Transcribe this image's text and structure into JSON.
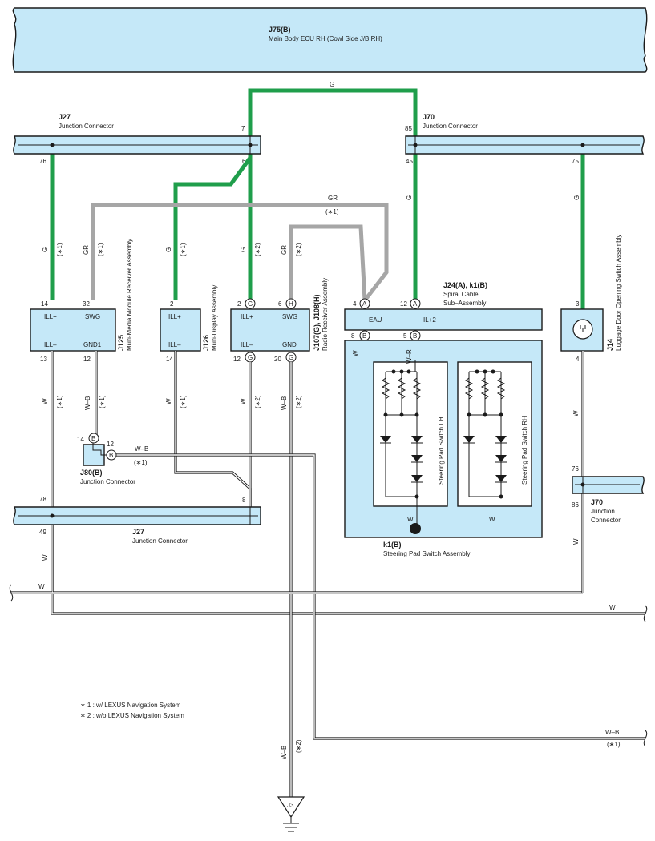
{
  "colors": {
    "green_wire": "#1f9e4b",
    "gray_wire": "#a6a6a6",
    "red_wire": "#d9342b",
    "component_fill": "#c5e8f8",
    "line": "#1a1a1a"
  },
  "components": {
    "j75": {
      "id": "J75(B)",
      "name": "Main Body ECU RH (Cowl Side J/B RH)"
    },
    "j27_top": {
      "id": "J27",
      "name": "Junction Connector",
      "pins": [
        "76",
        "7",
        "6"
      ]
    },
    "j70_top": {
      "id": "J70",
      "name": "Junction Connector",
      "pins": [
        "85",
        "45",
        "75"
      ]
    },
    "j125": {
      "id": "J125",
      "name": "Multi-Media Module Receiver Assembly",
      "terms": [
        "ILL+",
        "SWG",
        "ILL–",
        "GND1"
      ],
      "pins": [
        "14",
        "32",
        "13",
        "12"
      ]
    },
    "j126": {
      "id": "J126",
      "name": "Multi-Display Assembly",
      "terms": [
        "ILL+",
        "ILL–"
      ],
      "pins": [
        "2",
        "14"
      ]
    },
    "j107": {
      "id": "J107(G), J108(H)",
      "name": "Radio Receiver Assembly",
      "terms": [
        "ILL+",
        "SWG",
        "ILL–",
        "GND"
      ],
      "pins": [
        "2",
        "6",
        "12",
        "20"
      ],
      "conn": [
        "G",
        "H",
        "G",
        "G"
      ]
    },
    "j24": {
      "id": "J24(A), k1(B)",
      "name_1": "Spiral Cable",
      "name_2": "Sub–Assembly",
      "terms": [
        "EAU",
        "IL+2"
      ],
      "pins": [
        "4",
        "12",
        "8",
        "5"
      ],
      "conn": [
        "A",
        "A",
        "B",
        "B"
      ]
    },
    "j14": {
      "id": "J14",
      "name": "Luggage Door Opening Switch Assembly",
      "pins": [
        "3",
        "4"
      ]
    },
    "k1": {
      "id": "k1(B)",
      "name": "Steering Pad Switch Assembly",
      "sw_lh": "Steering Pad Switch LH",
      "sw_rh": "Steering Pad Switch RH"
    },
    "j80": {
      "id": "J80(B)",
      "name": "Junction Connector",
      "pins": [
        "14",
        "12"
      ],
      "conn": "B"
    },
    "j27_bottom": {
      "id": "J27",
      "name": "Junction Connector",
      "pins": [
        "78",
        "8",
        "49"
      ]
    },
    "j70_bottom": {
      "id": "J70",
      "name_1": "Junction",
      "name_2": "Connector",
      "pins": [
        "76",
        "86"
      ]
    },
    "ground": {
      "id": "J3"
    }
  },
  "wire_labels": {
    "g": "G",
    "gr": "GR",
    "w": "W",
    "wb": "W–B",
    "wr": "W–R",
    "n1": "(∗1)",
    "n2": "(∗2)"
  },
  "notes": [
    "∗ 1 : w/ LEXUS Navigation System",
    "∗ 2 : w/o LEXUS Navigation System"
  ]
}
